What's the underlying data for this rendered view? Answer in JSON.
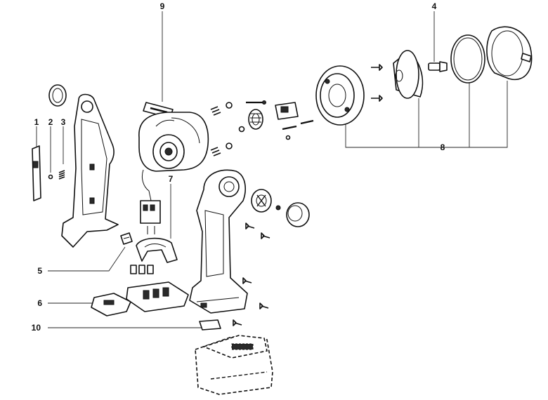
{
  "callouts": [
    {
      "id": "c1",
      "label": "1"
    },
    {
      "id": "c2",
      "label": "2"
    },
    {
      "id": "c3",
      "label": "3"
    },
    {
      "id": "c4",
      "label": "4"
    },
    {
      "id": "c5",
      "label": "5"
    },
    {
      "id": "c6",
      "label": "6"
    },
    {
      "id": "c7",
      "label": "7"
    },
    {
      "id": "c8",
      "label": "8"
    },
    {
      "id": "c9",
      "label": "9"
    },
    {
      "id": "c10",
      "label": "10"
    }
  ],
  "colors": {
    "line": "#111111",
    "background": "#ffffff",
    "fill_dark": "#2a2a2a",
    "fill_grey": "#d9d9d9"
  }
}
